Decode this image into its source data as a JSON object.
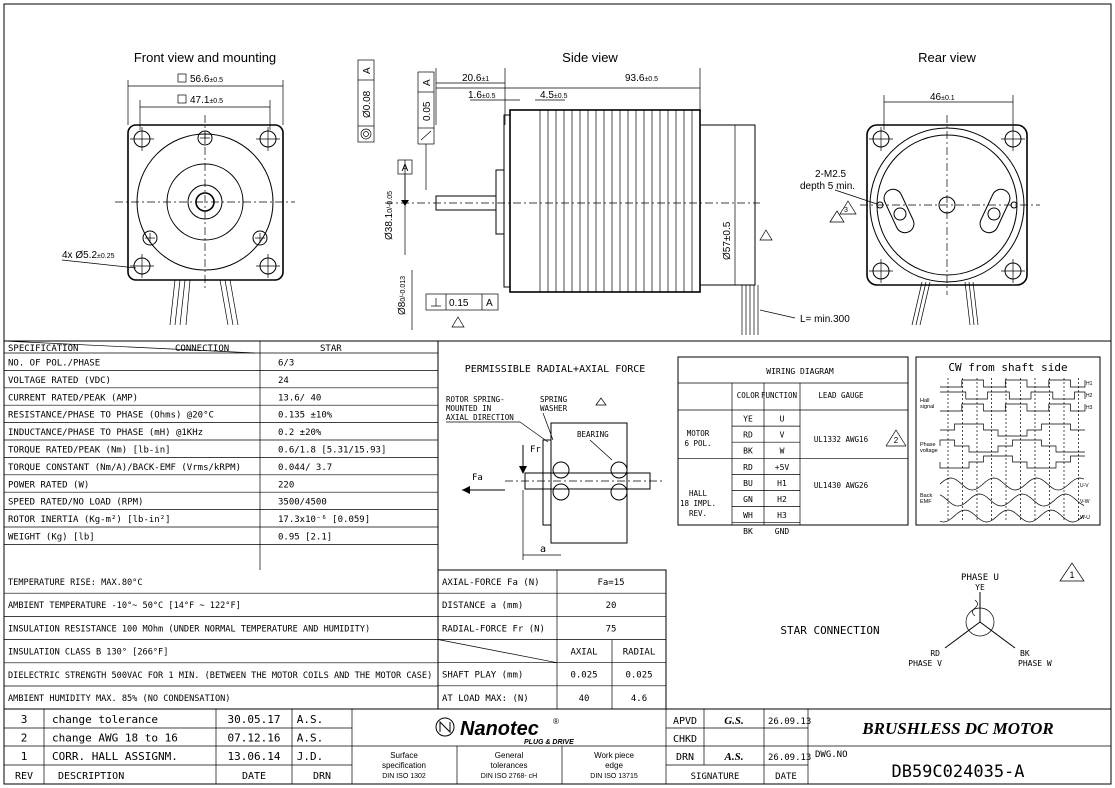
{
  "views": {
    "front_title": "Front view and mounting",
    "side_title": "Side view",
    "rear_title": "Rear view",
    "front_dim1": "56.6",
    "front_dim1_tol": "±0.5",
    "front_dim2": "47.1",
    "front_dim2_tol": "±0.5",
    "front_holes": "4x Ø5.2",
    "front_holes_tol": "±0.25",
    "side_conc": "Ø0.08",
    "side_conc_ref": "A",
    "side_runout": "0.05",
    "side_runout_ref": "A",
    "side_datum": "A",
    "side_d1": "20.6",
    "side_d1_tol": "±1",
    "side_d2": "93.6",
    "side_d2_tol": "±0.5",
    "side_d3": "1.6",
    "side_d3_tol": "±0.5",
    "side_d4": "4.5",
    "side_d4_tol": "±0.5",
    "side_pilot": "Ø38.1",
    "side_pilot_tol": "0/-0.05",
    "side_shaft": "Ø8",
    "side_shaft_tol": "0/-0.013",
    "side_perp": "0.15",
    "side_perp_ref": "A",
    "side_body": "Ø57±0.5",
    "side_lead": "L= min.300",
    "rear_dim": "46",
    "rear_dim_tol": "±0.1",
    "rear_thread": "2-M2.5",
    "rear_depth": "depth 5 min.",
    "rear_note": "3"
  },
  "spec": {
    "header_left": "SPECIFICATION",
    "header_mid": "CONNECTION",
    "header_right": "STAR",
    "rows": [
      {
        "label": "NO. OF POL./PHASE",
        "value": "6/3"
      },
      {
        "label": "VOLTAGE RATED (VDC)",
        "value": "24"
      },
      {
        "label": "CURRENT RATED/PEAK (AMP)",
        "value": "13.6/ 40"
      },
      {
        "label": "RESISTANCE/PHASE TO PHASE (Ohms) @20°C",
        "value": "0.135  ±10%"
      },
      {
        "label": "INDUCTANCE/PHASE TO PHASE (mH) @1KHz",
        "value": "0.2  ±20%"
      },
      {
        "label": "TORQUE RATED/PEAK (Nm) [lb-in]",
        "value": "0.6/1.8 [5.31/15.93]"
      },
      {
        "label": "TORQUE CONSTANT (Nm/A)/BACK-EMF (Vrms/kRPM)",
        "value": "0.044/ 3.7"
      },
      {
        "label": "POWER RATED (W)",
        "value": "220"
      },
      {
        "label": "SPEED RATED/NO LOAD (RPM)",
        "value": "3500/4500"
      },
      {
        "label": "ROTOR INERTIA (Kg-m²) [lb-in²]",
        "value": "17.3x10⁻⁶ [0.059]"
      },
      {
        "label": "WEIGHT (Kg) [lb]",
        "value": "0.95 [2.1]"
      }
    ],
    "full_rows": [
      "TEMPERATURE RISE: MAX.80°C",
      "AMBIENT TEMPERATURE -10°~ 50°C [14°F ~ 122°F]",
      "INSULATION RESISTANCE 100 MOhm (UNDER NORMAL TEMPERATURE AND HUMIDITY)",
      "INSULATION CLASS B 130° [266°F]",
      "DIELECTRIC STRENGTH 500VAC FOR 1 MIN. (BETWEEN THE MOTOR COILS AND THE MOTOR CASE)",
      "AMBIENT HUMIDITY MAX. 85% (NO CONDENSATION)"
    ]
  },
  "force": {
    "title": "PERMISSIBLE RADIAL+AXIAL FORCE",
    "rotor_label1": "ROTOR SPRING-",
    "rotor_label2": "MOUNTED IN",
    "rotor_label3": "AXIAL DIRECTION",
    "spring1": "SPRING",
    "spring2": "WASHER",
    "bearing": "BEARING",
    "fr": "Fr",
    "fa": "Fa",
    "a": "a",
    "rows": [
      {
        "label": "AXIAL-FORCE Fa (N)",
        "v1": "Fa=15",
        "v2": ""
      },
      {
        "label": "DISTANCE a   (mm)",
        "v1": "20",
        "v2": ""
      },
      {
        "label": "RADIAL-FORCE Fr (N)",
        "v1": "75",
        "v2": ""
      },
      {
        "label": "",
        "v1": "AXIAL",
        "v2": "RADIAL"
      },
      {
        "label": "SHAFT PLAY (mm)",
        "v1": "0.025",
        "v2": "0.025"
      },
      {
        "label": "AT LOAD MAX: (N)",
        "v1": "40",
        "v2": "4.6"
      }
    ]
  },
  "wiring": {
    "title": "WIRING DIAGRAM",
    "headers": [
      "COLOR",
      "FUNCTION",
      "LEAD GAUGE"
    ],
    "motor_group1": "MOTOR",
    "motor_group2": "6 POL.",
    "hall_group1": "HALL",
    "hall_group2": "18 IMPL.",
    "hall_group3": "REV.",
    "motor_rows": [
      {
        "color": "YE",
        "fn": "U"
      },
      {
        "color": "RD",
        "fn": "V"
      },
      {
        "color": "BK",
        "fn": "W"
      }
    ],
    "hall_rows": [
      {
        "color": "RD",
        "fn": "+5V"
      },
      {
        "color": "BU",
        "fn": "H1"
      },
      {
        "color": "GN",
        "fn": "H2"
      },
      {
        "color": "WH",
        "fn": "H3"
      },
      {
        "color": "BK",
        "fn": "GND"
      }
    ],
    "motor_gauge": "UL1332 AWG16",
    "hall_gauge": "UL1430 AWG26",
    "note": "2"
  },
  "timing": {
    "title": "CW  from  shaft  side",
    "hall_label1": "Hall",
    "hall_label2": "signal",
    "phase_label1": "Phase",
    "phase_label2": "voltage",
    "back_label1": "Back",
    "back_label2": "EMF",
    "h1": "H1",
    "h2": "H2",
    "h3": "H3",
    "uv": "U-V",
    "vw": "V-W",
    "wu": "W-U"
  },
  "star": {
    "title": "STAR  CONNECTION",
    "phase_u": "PHASE U",
    "ye": "YE",
    "rd": "RD",
    "phase_v": "PHASE V",
    "bk": "BK",
    "phase_w": "PHASE W",
    "note": "1"
  },
  "revisions": {
    "rows": [
      {
        "rev": "3",
        "desc": "change tolerance",
        "date": "30.05.17",
        "drn": "A.S."
      },
      {
        "rev": "2",
        "desc": "change AWG 18 to 16",
        "date": "07.12.16",
        "drn": "A.S."
      },
      {
        "rev": "1",
        "desc": "CORR. HALL ASSIGNM.",
        "date": "13.06.14",
        "drn": "J.D."
      }
    ],
    "h_rev": "REV",
    "h_desc": "DESCRIPTION",
    "h_date": "DATE",
    "h_drn": "DRN"
  },
  "logo": {
    "name": "Nanotec",
    "reg": "®",
    "tagline": "PLUG & DRIVE"
  },
  "standards": [
    {
      "l1": "Surface",
      "l2": "specification",
      "l3": "DIN ISO 1302"
    },
    {
      "l1": "General",
      "l2": "tolerances",
      "l3": "DIN ISO 2768- cH"
    },
    {
      "l1": "Work piece",
      "l2": "edge",
      "l3": "DIN ISO 13715"
    }
  ],
  "approval": {
    "apvd": "APVD",
    "apvd_sig": "G.S.",
    "apvd_date": "26.09.13",
    "chkd": "CHKD",
    "drn": "DRN",
    "drn_sig": "A.S.",
    "drn_date": "26.09.13",
    "sig_h": "SIGNATURE",
    "date_h": "DATE"
  },
  "title_block": {
    "title": "BRUSHLESS  DC  MOTOR",
    "dwg_label": "DWG.NO",
    "dwg_no": "DB59C024035-A"
  }
}
